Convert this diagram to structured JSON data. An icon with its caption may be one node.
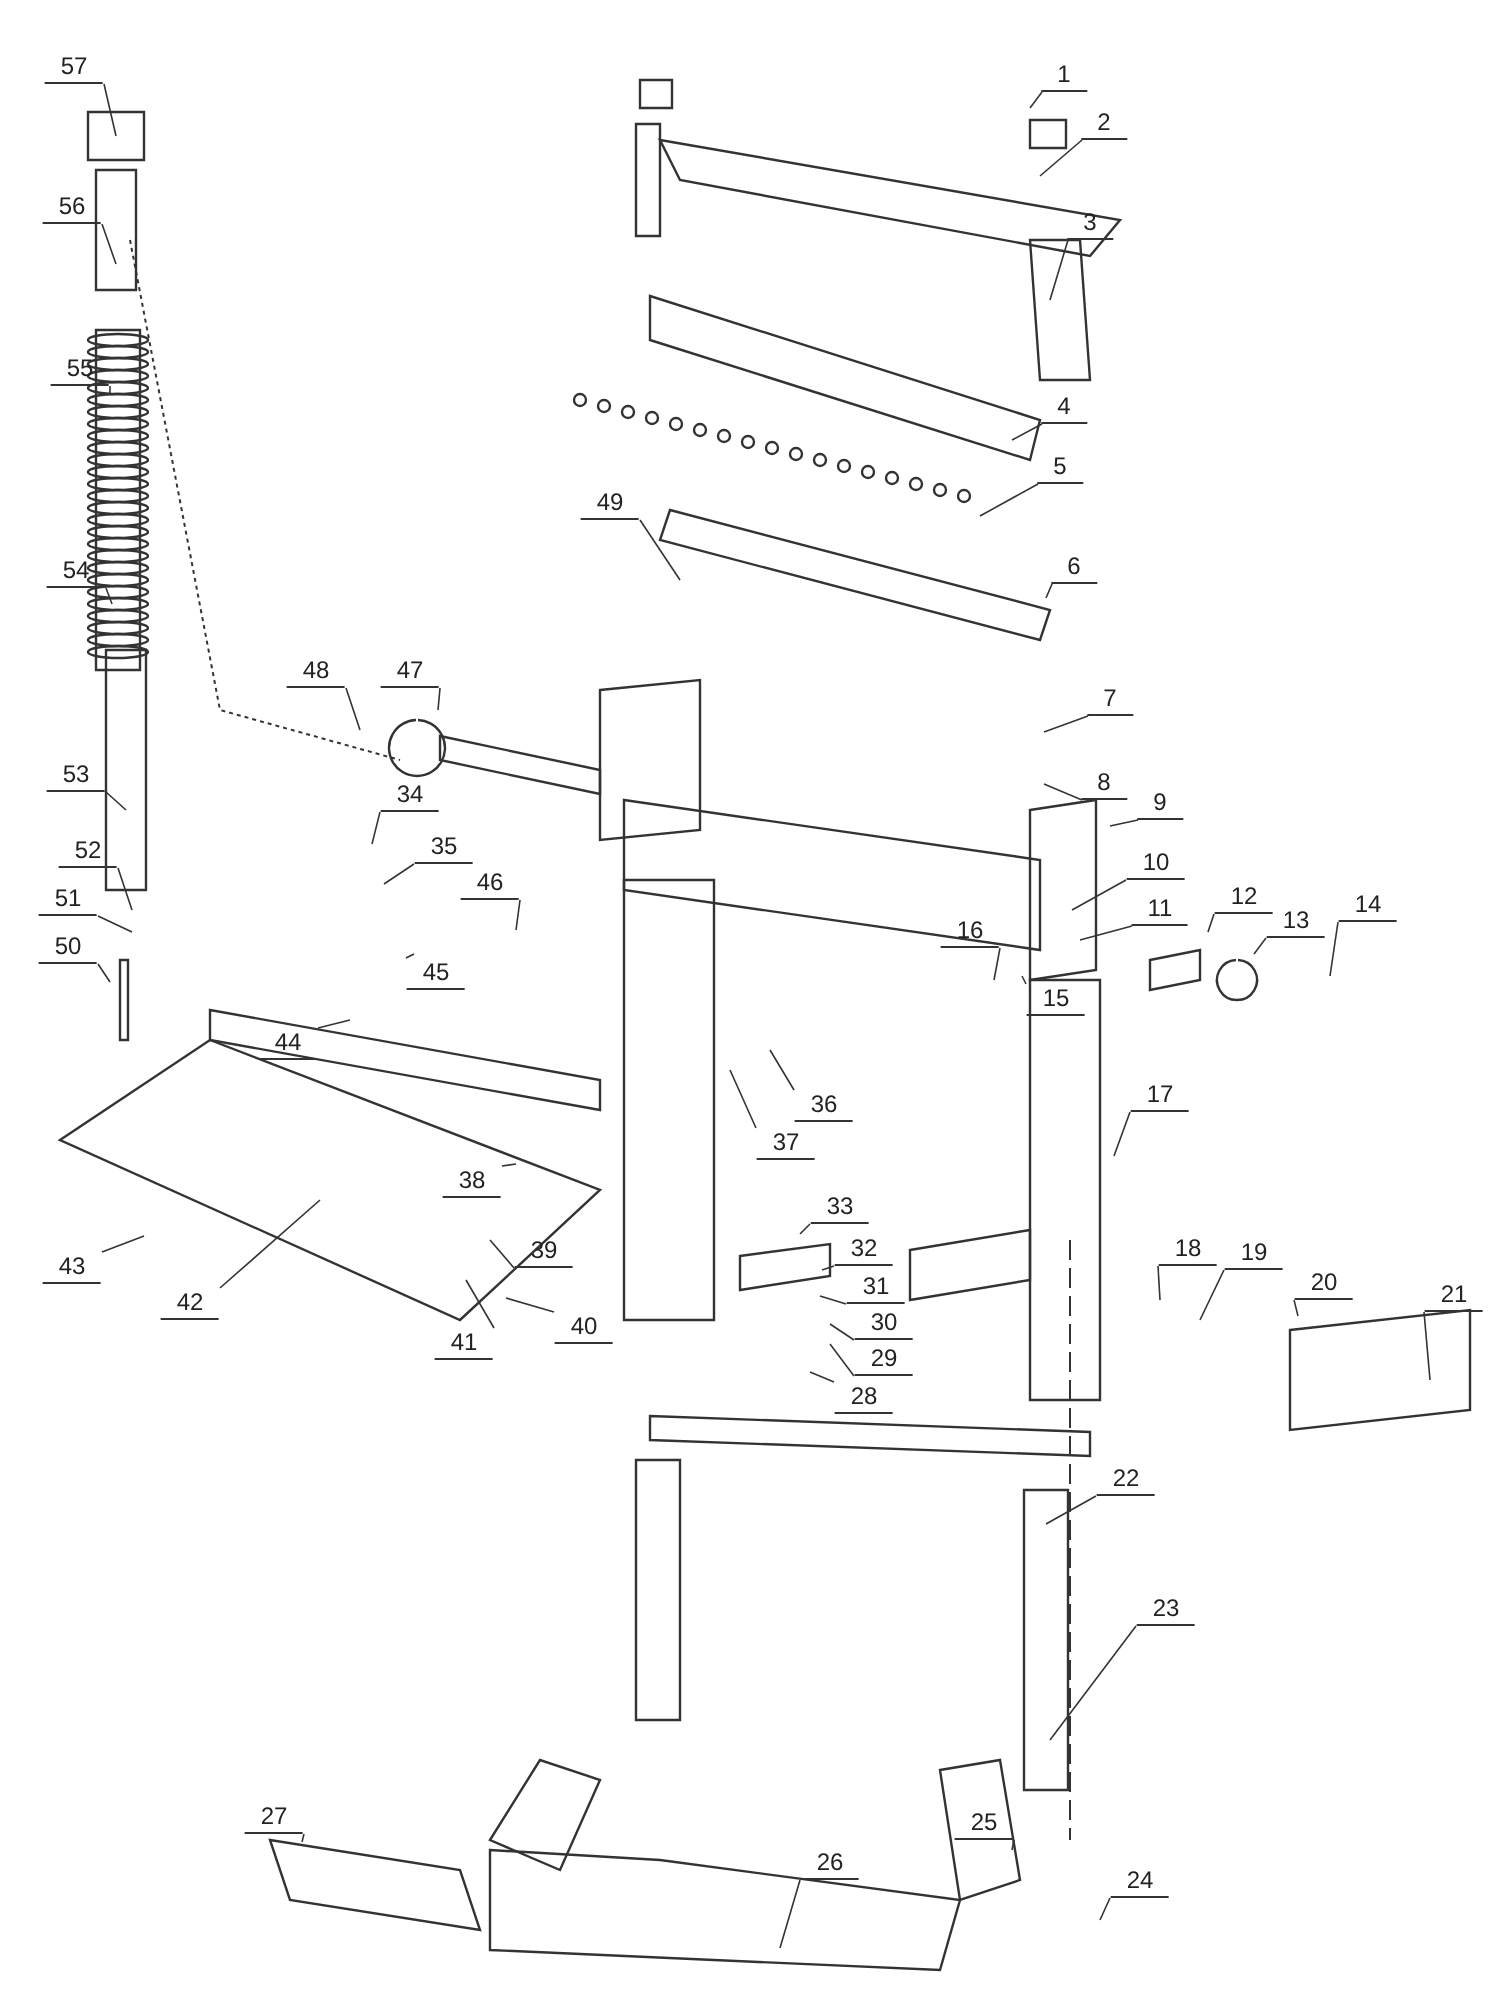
{
  "diagram": {
    "nodes": [
      {
        "text": [
          "1"
        ]
      },
      {
        "text": [
          "2"
        ]
      },
      {
        "text": [
          "3"
        ]
      },
      {
        "text": [
          "4"
        ]
      },
      {
        "text": [
          "5"
        ]
      },
      {
        "text": [
          "6"
        ]
      },
      {
        "text": [
          "7"
        ]
      },
      {
        "text": [
          "8"
        ]
      },
      {
        "text": [
          "9"
        ]
      },
      {
        "text": [
          "10"
        ]
      },
      {
        "text": [
          "11"
        ]
      },
      {
        "text": [
          "12"
        ]
      },
      {
        "text": [
          "13"
        ]
      },
      {
        "text": [
          "14"
        ]
      },
      {
        "text": [
          "15"
        ]
      },
      {
        "text": [
          "16"
        ]
      },
      {
        "text": [
          "17"
        ]
      },
      {
        "text": [
          "18"
        ]
      },
      {
        "text": [
          "19"
        ]
      },
      {
        "text": [
          "20"
        ]
      },
      {
        "text": [
          "21"
        ]
      },
      {
        "text": [
          "22"
        ]
      },
      {
        "text": [
          "23"
        ]
      },
      {
        "text": [
          "24"
        ]
      },
      {
        "text": [
          "25"
        ]
      },
      {
        "text": [
          "26"
        ]
      },
      {
        "text": [
          "27"
        ]
      },
      {
        "text": [
          "28"
        ]
      },
      {
        "text": [
          "29"
        ]
      },
      {
        "text": [
          "30"
        ]
      },
      {
        "text": [
          "31"
        ]
      },
      {
        "text": [
          "32"
        ]
      },
      {
        "text": [
          "33"
        ]
      },
      {
        "text": [
          "34"
        ]
      },
      {
        "text": [
          "35"
        ]
      },
      {
        "text": [
          "36"
        ]
      },
      {
        "text": [
          "37"
        ]
      },
      {
        "text": [
          "38"
        ]
      },
      {
        "text": [
          "39"
        ]
      },
      {
        "text": [
          "40"
        ]
      },
      {
        "text": [
          "41"
        ]
      },
      {
        "text": [
          "42"
        ]
      },
      {
        "text": [
          "43"
        ]
      },
      {
        "text": [
          "44"
        ]
      },
      {
        "text": [
          "45"
        ]
      },
      {
        "text": [
          "46"
        ]
      },
      {
        "text": [
          "47"
        ]
      },
      {
        "text": [
          "48"
        ]
      },
      {
        "text": [
          "49"
        ]
      },
      {
        "text": [
          "50"
        ]
      },
      {
        "text": [
          "51"
        ]
      },
      {
        "text": [
          "52"
        ]
      },
      {
        "text": [
          "53"
        ]
      },
      {
        "text": [
          "54"
        ]
      },
      {
        "text": [
          "55"
        ]
      },
      {
        "text": [
          "56"
        ]
      },
      {
        "text": [
          "57"
        ]
      }
    ],
    "edges": [
      {
        "from": 0,
        "to": null,
        "arrow": "none"
      },
      {
        "from": 1,
        "to": null,
        "arrow": "none"
      },
      {
        "from": 2,
        "to": null,
        "arrow": "none"
      },
      {
        "from": 3,
        "to": null,
        "arrow": "none"
      },
      {
        "from": 4,
        "to": null,
        "arrow": "none"
      },
      {
        "from": 5,
        "to": null,
        "arrow": "none"
      },
      {
        "from": 6,
        "to": null,
        "arrow": "none"
      },
      {
        "from": 7,
        "to": null,
        "arrow": "none"
      },
      {
        "from": 8,
        "to": null,
        "arrow": "none"
      },
      {
        "from": 9,
        "to": null,
        "arrow": "none"
      },
      {
        "from": 10,
        "to": null,
        "arrow": "none"
      },
      {
        "from": 11,
        "to": null,
        "arrow": "none"
      },
      {
        "from": 12,
        "to": null,
        "arrow": "none"
      },
      {
        "from": 13,
        "to": null,
        "arrow": "none"
      },
      {
        "from": 14,
        "to": null,
        "arrow": "none"
      },
      {
        "from": 15,
        "to": null,
        "arrow": "none"
      },
      {
        "from": 16,
        "to": null,
        "arrow": "none"
      },
      {
        "from": 17,
        "to": null,
        "arrow": "none"
      },
      {
        "from": 18,
        "to": null,
        "arrow": "none"
      },
      {
        "from": 19,
        "to": null,
        "arrow": "none"
      },
      {
        "from": 20,
        "to": null,
        "arrow": "none"
      },
      {
        "from": 21,
        "to": null,
        "arrow": "none"
      },
      {
        "from": 22,
        "to": null,
        "arrow": "none"
      },
      {
        "from": 23,
        "to": null,
        "arrow": "none"
      },
      {
        "from": 24,
        "to": null,
        "arrow": "none"
      },
      {
        "from": 25,
        "to": null,
        "arrow": "none"
      },
      {
        "from": 26,
        "to": null,
        "arrow": "none"
      },
      {
        "from": 27,
        "to": null,
        "arrow": "none"
      },
      {
        "from": 28,
        "to": null,
        "arrow": "none"
      },
      {
        "from": 29,
        "to": null,
        "arrow": "none"
      },
      {
        "from": 30,
        "to": null,
        "arrow": "none"
      },
      {
        "from": 31,
        "to": null,
        "arrow": "none"
      },
      {
        "from": 32,
        "to": null,
        "arrow": "none"
      },
      {
        "from": 33,
        "to": null,
        "arrow": "none"
      },
      {
        "from": 34,
        "to": null,
        "arrow": "none"
      },
      {
        "from": 35,
        "to": null,
        "arrow": "none"
      },
      {
        "from": 36,
        "to": null,
        "arrow": "none"
      },
      {
        "from": 37,
        "to": null,
        "arrow": "none"
      },
      {
        "from": 38,
        "to": null,
        "arrow": "none"
      },
      {
        "from": 39,
        "to": null,
        "arrow": "none"
      },
      {
        "from": 40,
        "to": null,
        "arrow": "none"
      },
      {
        "from": 41,
        "to": null,
        "arrow": "none"
      },
      {
        "from": 42,
        "to": null,
        "arrow": "none"
      },
      {
        "from": 43,
        "to": null,
        "arrow": "none"
      },
      {
        "from": 44,
        "to": null,
        "arrow": "none"
      },
      {
        "from": 45,
        "to": null,
        "arrow": "none"
      },
      {
        "from": 46,
        "to": null,
        "arrow": "none"
      },
      {
        "from": 47,
        "to": null,
        "arrow": "none"
      },
      {
        "from": 48,
        "to": null,
        "arrow": "none"
      },
      {
        "from": 49,
        "to": null,
        "arrow": "none"
      },
      {
        "from": 50,
        "to": null,
        "arrow": "none"
      },
      {
        "from": 51,
        "to": null,
        "arrow": "none"
      },
      {
        "from": 52,
        "to": null,
        "arrow": "none"
      },
      {
        "from": 53,
        "to": null,
        "arrow": "none"
      },
      {
        "from": 54,
        "to": null,
        "arrow": "none"
      },
      {
        "from": 55,
        "to": null,
        "arrow": "none"
      },
      {
        "from": 56,
        "to": null,
        "arrow": "none"
      }
    ]
  }
}
